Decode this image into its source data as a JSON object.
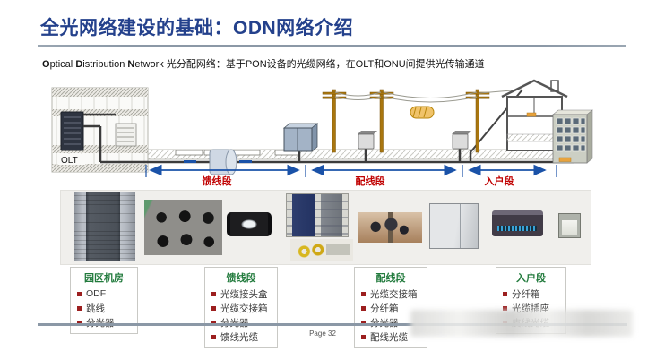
{
  "slide": {
    "title": "全光网络建设的基础：ODN网络介绍",
    "page_label": "Page 32"
  },
  "subtitle": {
    "segments": [
      {
        "text": "O",
        "bold": true
      },
      {
        "text": "ptical ",
        "bold": false
      },
      {
        "text": "D",
        "bold": true
      },
      {
        "text": "istribution ",
        "bold": false
      },
      {
        "text": "N",
        "bold": true
      },
      {
        "text": "etwork ",
        "bold": false
      },
      {
        "text": "光分配网络：基于PON设备的光缆网络，在OLT和ONU间提供光传输通道",
        "bold": false
      }
    ]
  },
  "diagram": {
    "olt_label": "OLT",
    "segment_labels": [
      "馈线段",
      "配线段",
      "入户段"
    ]
  },
  "photos": [
    {
      "name": "odf-rack-photo"
    },
    {
      "name": "underground-duct-photo"
    },
    {
      "name": "splice-closure-photo"
    },
    {
      "name": "cross-connect-cabinet-photo"
    },
    {
      "name": "fiber-pigtails-photo"
    },
    {
      "name": "aerial-splicing-work-photo"
    },
    {
      "name": "wall-cabinet-photo"
    },
    {
      "name": "fiber-terminal-box-photo"
    },
    {
      "name": "optical-socket-photo"
    }
  ],
  "table": {
    "columns": [
      {
        "header": "园区机房",
        "items": [
          "ODF",
          "跳线",
          "分光器"
        ]
      },
      {
        "header": "馈线段",
        "items": [
          "光缆接头盒",
          "光缆交接箱",
          "分光器",
          "馈线光缆"
        ]
      },
      {
        "header": "配线段",
        "items": [
          "光缆交接箱",
          "分纤箱",
          "分光器",
          "配线光缆"
        ]
      },
      {
        "header": "入户段",
        "items": [
          "分纤箱",
          "光缆插座",
          "皮线光缆"
        ]
      }
    ]
  },
  "colors": {
    "title_blue": "#24418c",
    "divider_gray": "#8b98a6",
    "segment_label_red": "#c00000",
    "arrow_blue": "#1a52a8",
    "table_header_green": "#217a3c",
    "bullet_dark_red": "#9c1f1f",
    "onu_orange": "#e8a33d"
  }
}
